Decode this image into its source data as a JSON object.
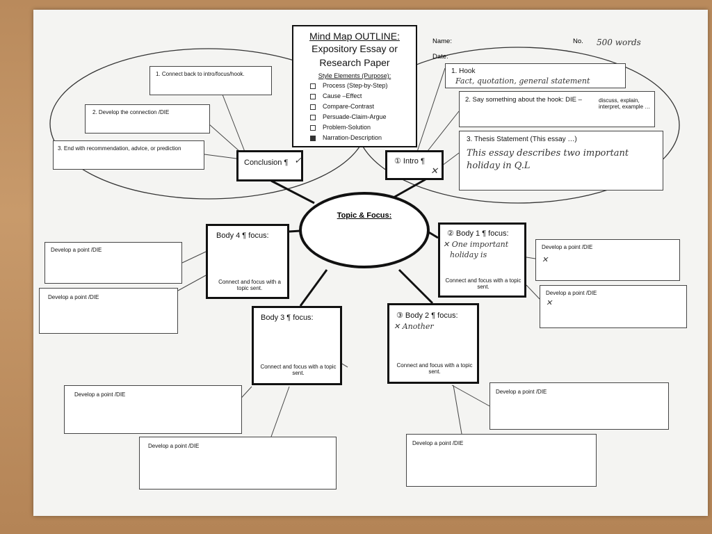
{
  "header": {
    "title": "Mind Map OUTLINE:",
    "subtitle_line1": "Expository Essay or",
    "subtitle_line2": "Research Paper",
    "style_heading": "Style Elements (Purpose):",
    "style_elements": [
      "Process (Step-by-Step)",
      "Cause –Effect",
      "Compare-Contrast",
      "Persuade-Claim-Argue",
      "Problem-Solution",
      "Narration-Description"
    ],
    "name_label": "Name:",
    "date_label": "Date:",
    "no_label": "No.",
    "no_value": "500 words"
  },
  "center": {
    "label": "Topic & Focus:"
  },
  "intro": {
    "label": "① Intro ¶",
    "mark": "✕",
    "hook_label": "1. Hook",
    "hook_hand": "Fact, quotation, general statement",
    "say_label": "2. Say something about the hook: DIE –",
    "say_small": "discuss, explain, interpret, example …",
    "thesis_label": "3. Thesis Statement (This essay …)",
    "thesis_hand_line1": "This essay describes two important",
    "thesis_hand_line2": "holiday in Q.L"
  },
  "conclusion": {
    "label": "Conclusion ¶",
    "mark": "✓",
    "items": [
      "1. Connect back to intro/focus/hook.",
      "2. Develop the connection /DIE",
      "3. End with recommendation, advice, or prediction"
    ]
  },
  "body1": {
    "label": "② Body 1 ¶ focus:",
    "hand_line1": "✕ One important",
    "hand_line2": "holiday is",
    "connect": "Connect and focus with a topic sent.",
    "points": [
      "Develop a point /DIE",
      "Develop a point /DIE"
    ],
    "point_marks": [
      "✕",
      "✕"
    ]
  },
  "body2": {
    "label": "③ Body 2 ¶ focus:",
    "hand_line1": "✕ Another",
    "connect": "Connect and focus with a topic sent.",
    "points": [
      "Develop a point /DIE",
      "Develop a point /DIE"
    ]
  },
  "body3": {
    "label": "Body 3 ¶ focus:",
    "connect": "Connect and focus with a topic sent.",
    "points": [
      "Develop a point /DIE",
      "Develop a point /DIE"
    ]
  },
  "body4": {
    "label": "Body 4 ¶ focus:",
    "connect": "Connect and focus with a topic sent.",
    "points": [
      "Develop a point /DIE",
      "Develop a point /DIE"
    ]
  }
}
